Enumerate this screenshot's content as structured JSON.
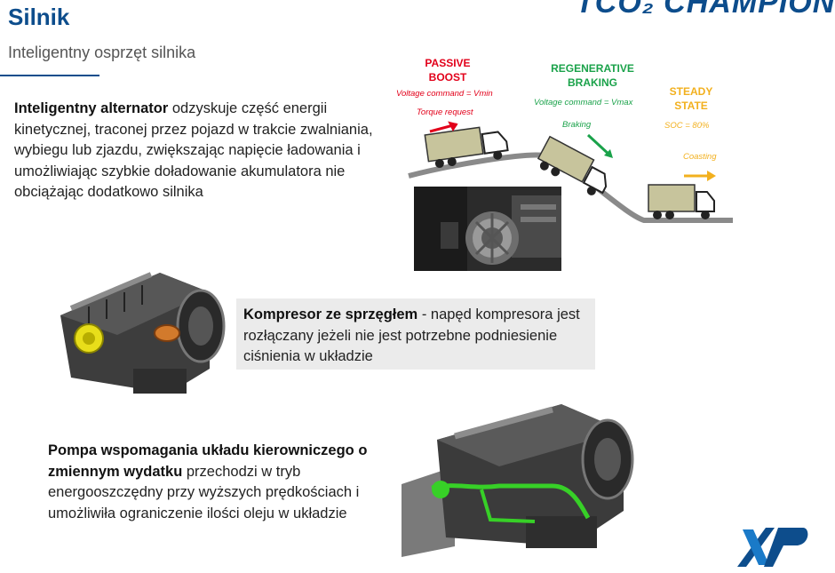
{
  "header": {
    "title": "Silnik",
    "brand": "TCO₂ CHAMPION",
    "subtitle": "Inteligentny osprzęt silnika"
  },
  "sections": {
    "alternator": {
      "bold": "Inteligentny alternator",
      "text": " odzyskuje część energii kinetycznej, traconej przez pojazd w trakcie zwalniania, wybiegu lub zjazdu, zwiększając napięcie ładowania i umożliwiając szybkie doładowanie akumulatora nie obciążając dodatkowo silnika"
    },
    "compressor": {
      "bold": "Kompresor ze sprzęgłem",
      "text": " - napęd kompresora jest rozłączany jeżeli nie jest potrzebne podniesienie ciśnienia w układzie"
    },
    "pump": {
      "bold": "Pompa wspomagania układu kierowniczego o zmiennym wydatku",
      "text": " przechodzi w tryb energooszczędny przy wyższych prędkościach i umożliwiła ograniczenie ilości oleju w układzie"
    }
  },
  "diagram": {
    "passive_boost": {
      "label": "PASSIVE BOOST",
      "line1": "Voltage command = Vmin",
      "line2": "Torque request",
      "color": "#e2001a"
    },
    "regen": {
      "label": "REGENERATIVE BRAKING",
      "line1": "Voltage command = Vmax",
      "line2": "Braking",
      "color": "#1aa24a"
    },
    "steady": {
      "label": "STEADY STATE",
      "line1": "SOC = 80%",
      "line2": "Coasting",
      "color": "#f2b01e"
    }
  },
  "logo": {
    "text": "XP"
  }
}
